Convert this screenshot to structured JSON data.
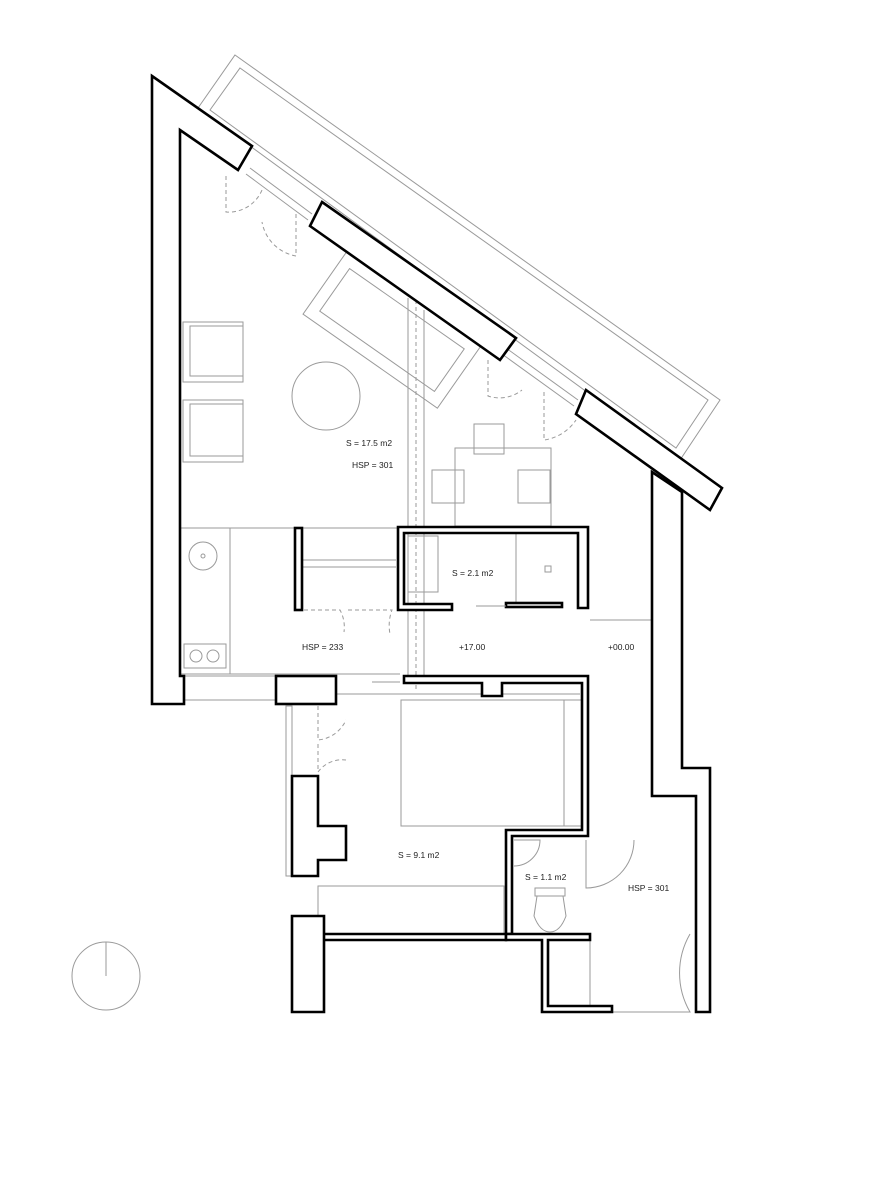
{
  "plan": {
    "living": {
      "area": "S  = 17.5 m2",
      "height": "HSP = 301"
    },
    "bath": {
      "area": "S  = 2.1 m2"
    },
    "kitchen": {
      "height": "HSP = 233"
    },
    "levels": {
      "mid": "+17.00",
      "entry": "+00.00"
    },
    "bedroom": {
      "area": "S  = 9.1 m2"
    },
    "wc": {
      "area": "S  = 1.1 m2"
    },
    "hall": {
      "height": "HSP = 301"
    }
  },
  "colors": {
    "wall": "#000000",
    "line": "#9a9a9a",
    "background": "#ffffff"
  },
  "icons": {
    "north": "north-arrow-icon"
  }
}
